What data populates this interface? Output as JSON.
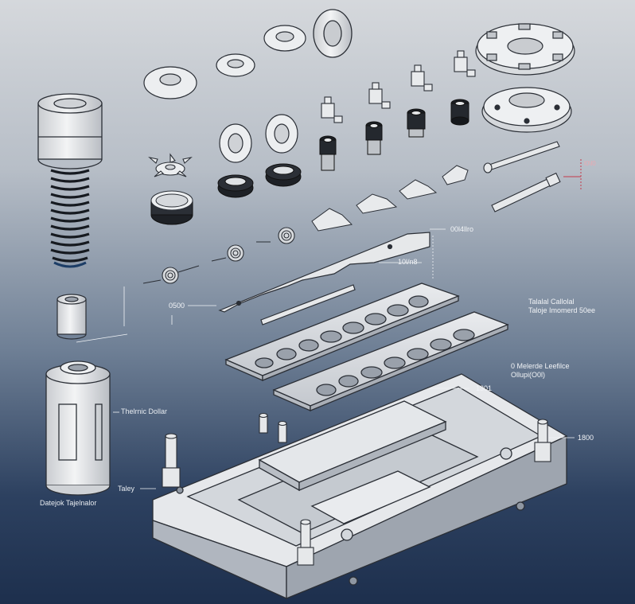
{
  "labels": {
    "dim_top_right": "00l4llro",
    "dim_pin_right": "l0\\l0",
    "dim_mid": "10l/n8",
    "dim_left": "0500",
    "callout_top_1": "Talalal Callolal",
    "callout_top_2": "Taloje Imomerd 50ee",
    "callout_mid_1": "0 Melerde Leefilce",
    "callout_mid_2": "Ollupi(O0l)",
    "dim_1301": "1301",
    "dim_1800": "1800",
    "thermic_collar": "Thelrnic Dollar",
    "taley": "Taley",
    "bottom_left": "Datejok Tajelnalor"
  },
  "colors": {
    "bg_top": "#d5d8dc",
    "bg_bottom": "#1d2f4d",
    "part_fill": "#e6e8ea",
    "part_stroke": "#2b2f36",
    "spring": "#1c1f25",
    "accent_red": "#c43a4a"
  }
}
